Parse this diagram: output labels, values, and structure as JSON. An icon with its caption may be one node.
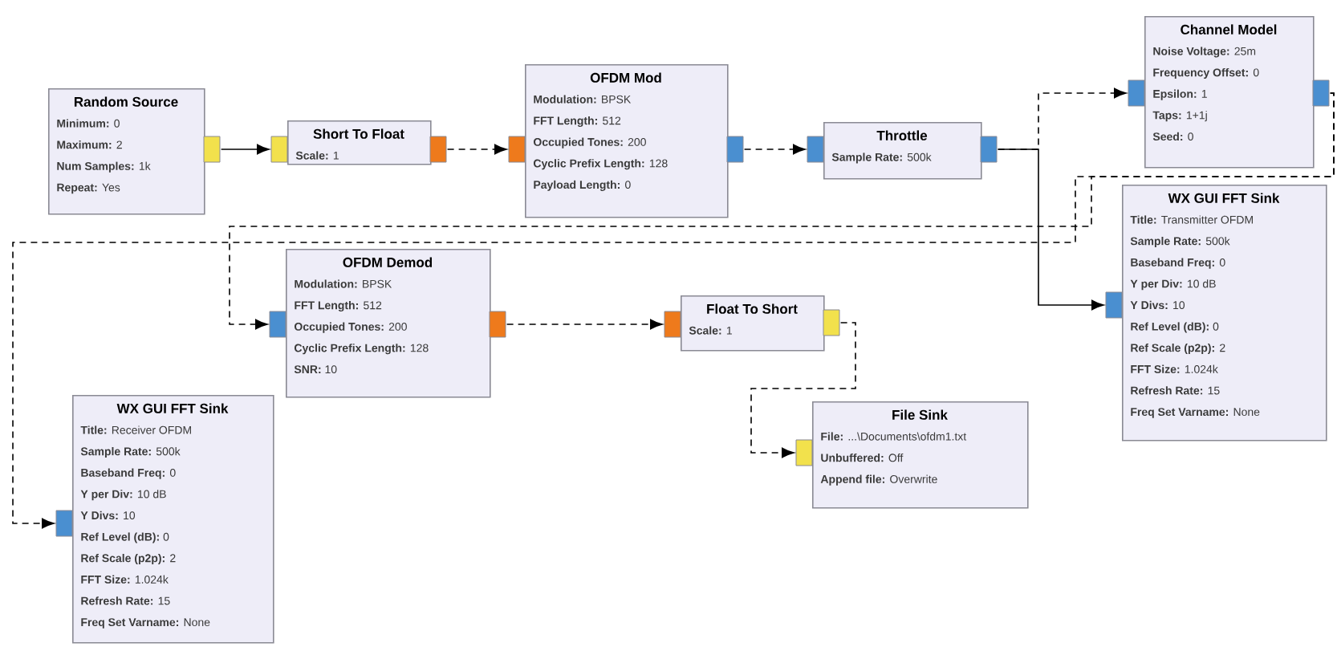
{
  "diagram": {
    "nodes": [
      {
        "text": [
          "Random Source",
          "**Minimum:** 0",
          "**Maximum:** 2",
          "**Num Samples:** 1k",
          "**Repeat:** Yes"
        ]
      },
      {
        "text": [
          "Short To Float",
          "**Scale:** 1"
        ]
      },
      {
        "text": [
          "OFDM Mod",
          "**Modulation:** BPSK",
          "**FFT Length:** 512",
          "**Occupied Tones:** 200",
          "**Cyclic Prefix Length:** 128",
          "**Payload Length:** 0"
        ]
      },
      {
        "text": [
          "Throttle",
          "**Sample Rate:** 500k"
        ]
      },
      {
        "text": [
          "Channel Model",
          "**Noise Voltage:** 25m",
          "**Frequency Offset:** 0",
          "**Epsilon:** 1",
          "**Taps:** 1+1j",
          "**Seed:** 0"
        ]
      },
      {
        "text": [
          "WX GUI FFT Sink",
          "**Title:** Transmitter OFDM",
          "**Sample Rate:** 500k",
          "**Baseband Freq:** 0",
          "**Y per Div:** 10 dB",
          "**Y Divs:** 10",
          "**Ref Level (dB):** 0",
          "**Ref Scale (p2p):** 2",
          "**FFT Size:** 1.024k",
          "**Refresh Rate:** 15",
          "**Freq Set Varname:** None"
        ]
      },
      {
        "text": [
          "OFDM Demod",
          "**Modulation:** BPSK",
          "**FFT Length:** 512",
          "**Occupied Tones:** 200",
          "**Cyclic Prefix Length:** 128",
          "**SNR:** 10"
        ]
      },
      {
        "text": [
          "Float To Short",
          "**Scale:** 1"
        ]
      },
      {
        "text": [
          "File Sink",
          "**File:** ...\\Documents\\ofdm1.txt",
          "**Unbuffered:** Off",
          "**Append file:** Overwrite"
        ]
      },
      {
        "text": [
          "WX GUI FFT Sink",
          "**Title:** Receiver OFDM",
          "**Sample Rate:** 500k",
          "**Baseband Freq:** 0",
          "**Y per Div:** 10 dB",
          "**Y Divs:** 10",
          "**Ref Level (dB):** 0",
          "**Ref Scale (p2p):** 2",
          "**FFT Size:** 1.024k",
          "**Refresh Rate:** 15",
          "**Freq Set Varname:** None"
        ]
      }
    ],
    "edges": [
      {
        "from": 0,
        "to": 1,
        "arrow": "to"
      },
      {
        "from": 1,
        "to": 2,
        "arrow": "to",
        "style": "dashed"
      },
      {
        "from": 2,
        "to": 3,
        "arrow": "to",
        "style": "dashed"
      },
      {
        "from": 3,
        "to": 4,
        "arrow": "to",
        "style": "dashed"
      },
      {
        "from": 3,
        "to": 5,
        "arrow": "to"
      },
      {
        "from": 4,
        "to": 6,
        "arrow": "to",
        "style": "dashed"
      },
      {
        "from": 4,
        "to": 9,
        "arrow": "to",
        "style": "dashed"
      },
      {
        "from": 6,
        "to": 7,
        "arrow": "to",
        "style": "dashed"
      },
      {
        "from": 7,
        "to": 8,
        "arrow": "to",
        "style": "dashed"
      }
    ]
  }
}
